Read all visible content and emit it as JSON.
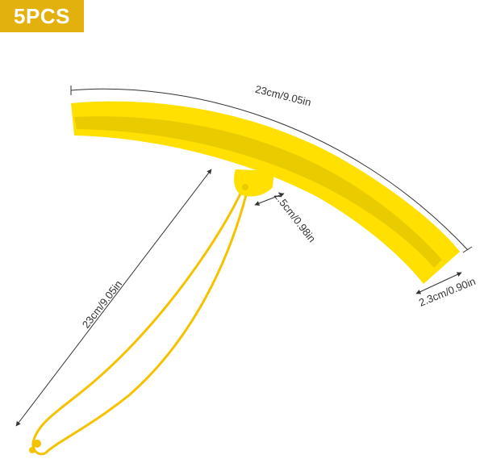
{
  "badge": {
    "label": "5PCS"
  },
  "dimensions": {
    "top_length": "23cm/9.05in",
    "cord_length": "23cm/9.05in",
    "tab_height": "2.5cm/0.98in",
    "end_width": "2.3cm/0.90in"
  },
  "colors": {
    "badge": "#e2b10e",
    "protector": "#ffe000",
    "protector_shade": "#e9cc00",
    "cord": "#f5c200",
    "dimension_line": "#333333"
  }
}
